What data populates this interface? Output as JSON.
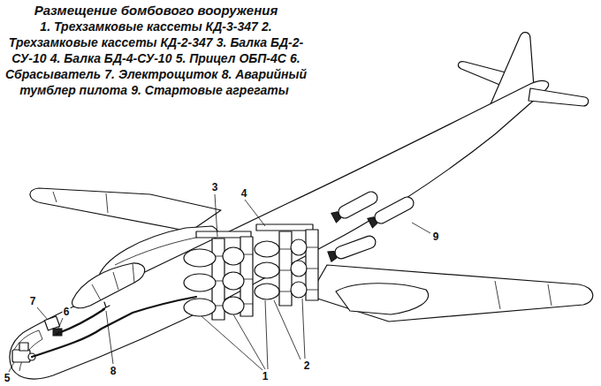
{
  "diagram": {
    "title": "Размещение бомбового вооружения",
    "labels": [
      "1. Трехзамковые кассеты КД-3-347",
      "2. Трехзамковые кассеты КД-2-347",
      "3. Балка БД-2-СУ-10",
      "4. Балка БД-4-СУ-10",
      "5. Прицел ОБП-4С",
      "6. Сбрасыватель",
      "7. Электрощиток",
      "8. Аварийный тумблер пилота",
      "9. Стартовые агрегаты",
      "3",
      "4",
      "9",
      "7",
      "6",
      "2",
      "8",
      "5",
      "1"
    ]
  }
}
